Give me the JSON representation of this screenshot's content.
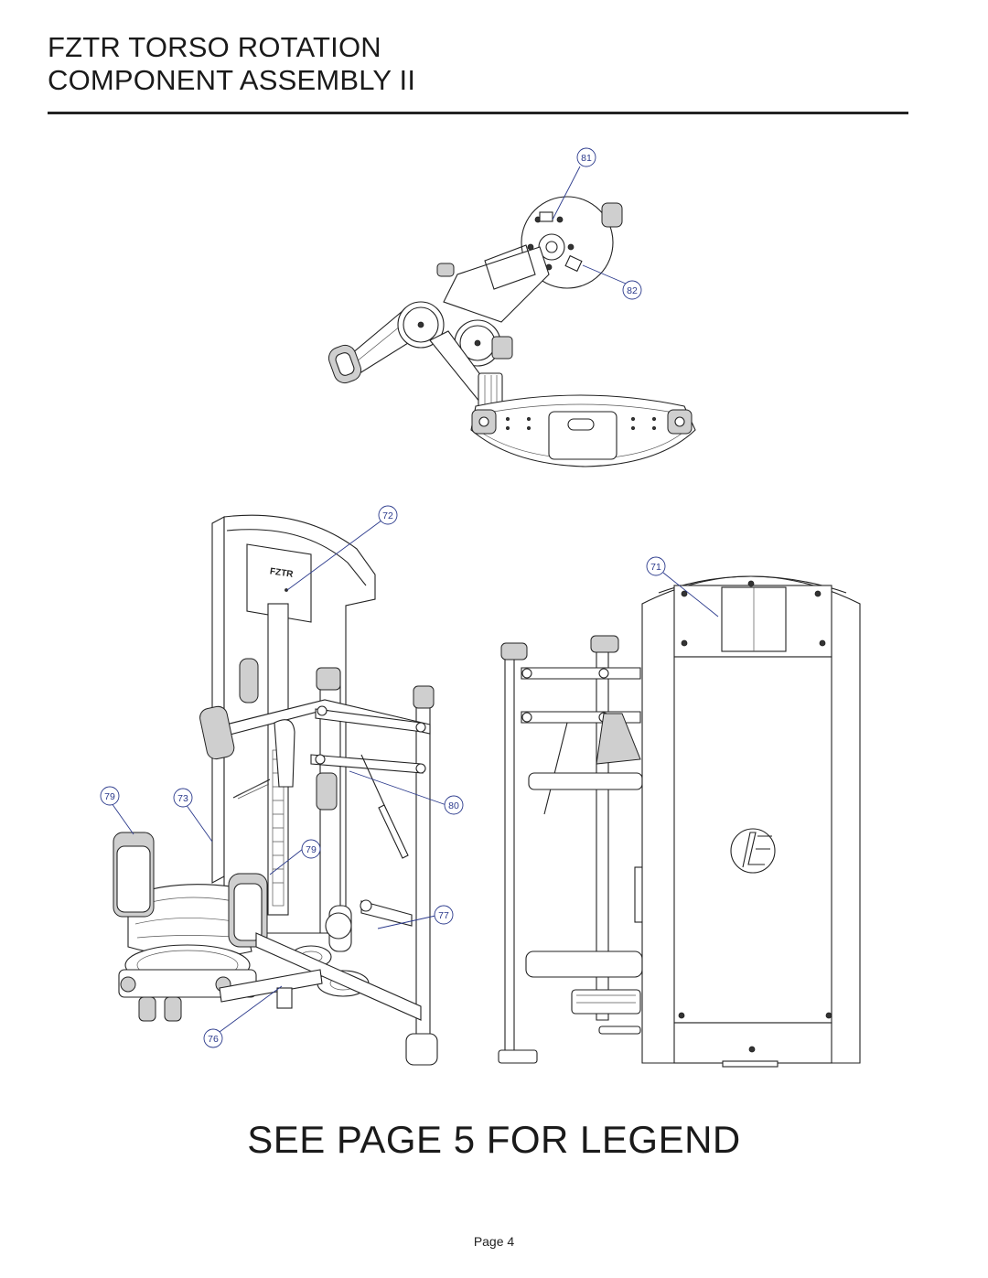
{
  "header": {
    "title_line1": "FZTR TORSO ROTATION",
    "title_line2": "COMPONENT ASSEMBLY II"
  },
  "legend_note": "SEE PAGE 5 FOR LEGEND",
  "page_label": "Page 4",
  "machine_brand_label": "FZTR",
  "callouts": {
    "c81": "81",
    "c82": "82",
    "c72": "72",
    "c71": "71",
    "c79a": "79",
    "c73": "73",
    "c80": "80",
    "c79b": "79",
    "c77": "77",
    "c76": "76"
  },
  "colors": {
    "callout": "#2b3a8c",
    "line": "#222222"
  }
}
